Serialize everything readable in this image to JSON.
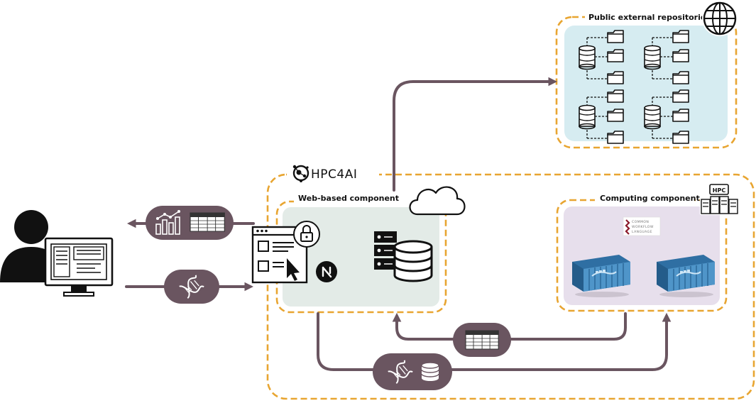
{
  "labels": {
    "public_repositories": "Public external repositories",
    "web_component": "Web-based component",
    "computing_component": "Computing component",
    "hpc4ai_logo": "HPC4AI",
    "hpc_badge": "HPC",
    "cwl_line1": "COMMON",
    "cwl_line2": "WORKFLOW",
    "cwl_line3": "LANGUAGE"
  },
  "colors": {
    "arrow": "#6a5560",
    "pill": "#6a5560",
    "dashed_border": "#e8a531",
    "repo_panel": "#d6ecf1",
    "web_panel": "#e3ebe7",
    "compute_panel": "#e7dfec",
    "container": "#3a7fb5"
  },
  "icons": {
    "user": "user-icon",
    "desktop": "desktop-monitor-icon",
    "dna": "dna-icon",
    "chart": "line-bar-chart-icon",
    "table": "table-icon",
    "browser": "browser-window-icon",
    "lock": "lock-icon",
    "nextjs": "nextjs-logo-icon",
    "server": "server-icon",
    "database": "database-icon",
    "cloud": "cloud-icon",
    "globe": "globe-icon",
    "folder": "folder-icon",
    "docker_container": "docker-container-icon",
    "cwl_logo": "cwl-logo-icon",
    "hpc_cluster": "hpc-cluster-icon"
  }
}
